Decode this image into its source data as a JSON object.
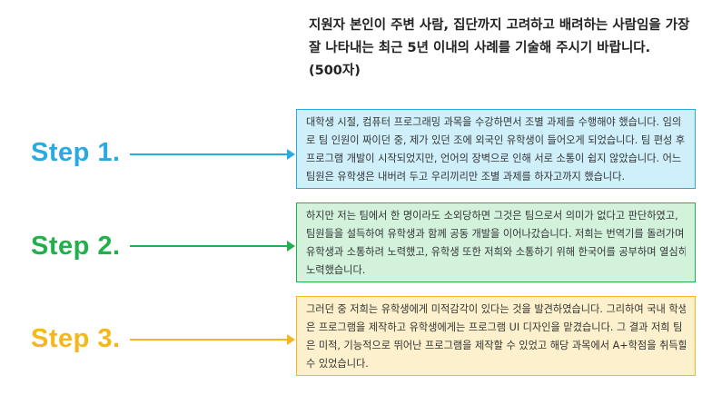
{
  "question": {
    "lines": [
      "지원자 본인이 주변 사람, 집단까지 고려하고 배려하는 사람임을 가장",
      "잘 나타내는 최근 5년 이내의 사례를 기술해 주시기 바랍니다.",
      "(500자)"
    ]
  },
  "steps": [
    {
      "label": "Step 1.",
      "color": "#29ABE2",
      "box_bg": "#CFF0FB",
      "lines": [
        "대학생 시절, 컴퓨터 프로그래밍 과목을 수강하면서 조별 과제를 수행해야 했습니다. 임의",
        "로 팀 인원이 짜이던 중, 제가 있던 조에 외국인 유학생이 들어오게 되었습니다. 팀 편성 후",
        "프로그램 개발이 시작되었지만, 언어의 장벽으로 인해 서로 소통이 쉽지 않았습니다. 어느",
        "팀원은 유학생은 내버려 두고 우리끼리만 조별 과제를 하자고까지 했습니다."
      ]
    },
    {
      "label": "Step 2.",
      "color": "#22B04C",
      "box_bg": "#D2F2DC",
      "lines": [
        "하지만 저는 팀에서 한 명이라도 소외당하면 그것은 팀으로서 의미가 없다고 판단하였고,",
        "팀원들을 설득하여 유학생과 함께 공동 개발을 이어나갔습니다. 저희는 번역기를 돌려가며",
        "유학생과 소통하려 노력했고, 유학생 또한 저희와 소통하기 위해 한국어를 공부하며 열심히",
        "노력했습니다."
      ]
    },
    {
      "label": "Step 3.",
      "color": "#F5B81C",
      "box_bg": "#FCF1CC",
      "lines": [
        "그러던 중 저희는 유학생에게 미적감각이 있다는 것을 발견하였습니다. 그리하여 국내 학생",
        "은 프로그램을 제작하고 유학생에게는 프로그램 UI 디자인을 맡겼습니다. 그 결과 저희 팀",
        "은 미적, 기능적으로 뛰어난 프로그램을 제작할 수 있었고 해당 과목에서 A+학점을 취득할",
        "수 있었습니다."
      ]
    }
  ]
}
